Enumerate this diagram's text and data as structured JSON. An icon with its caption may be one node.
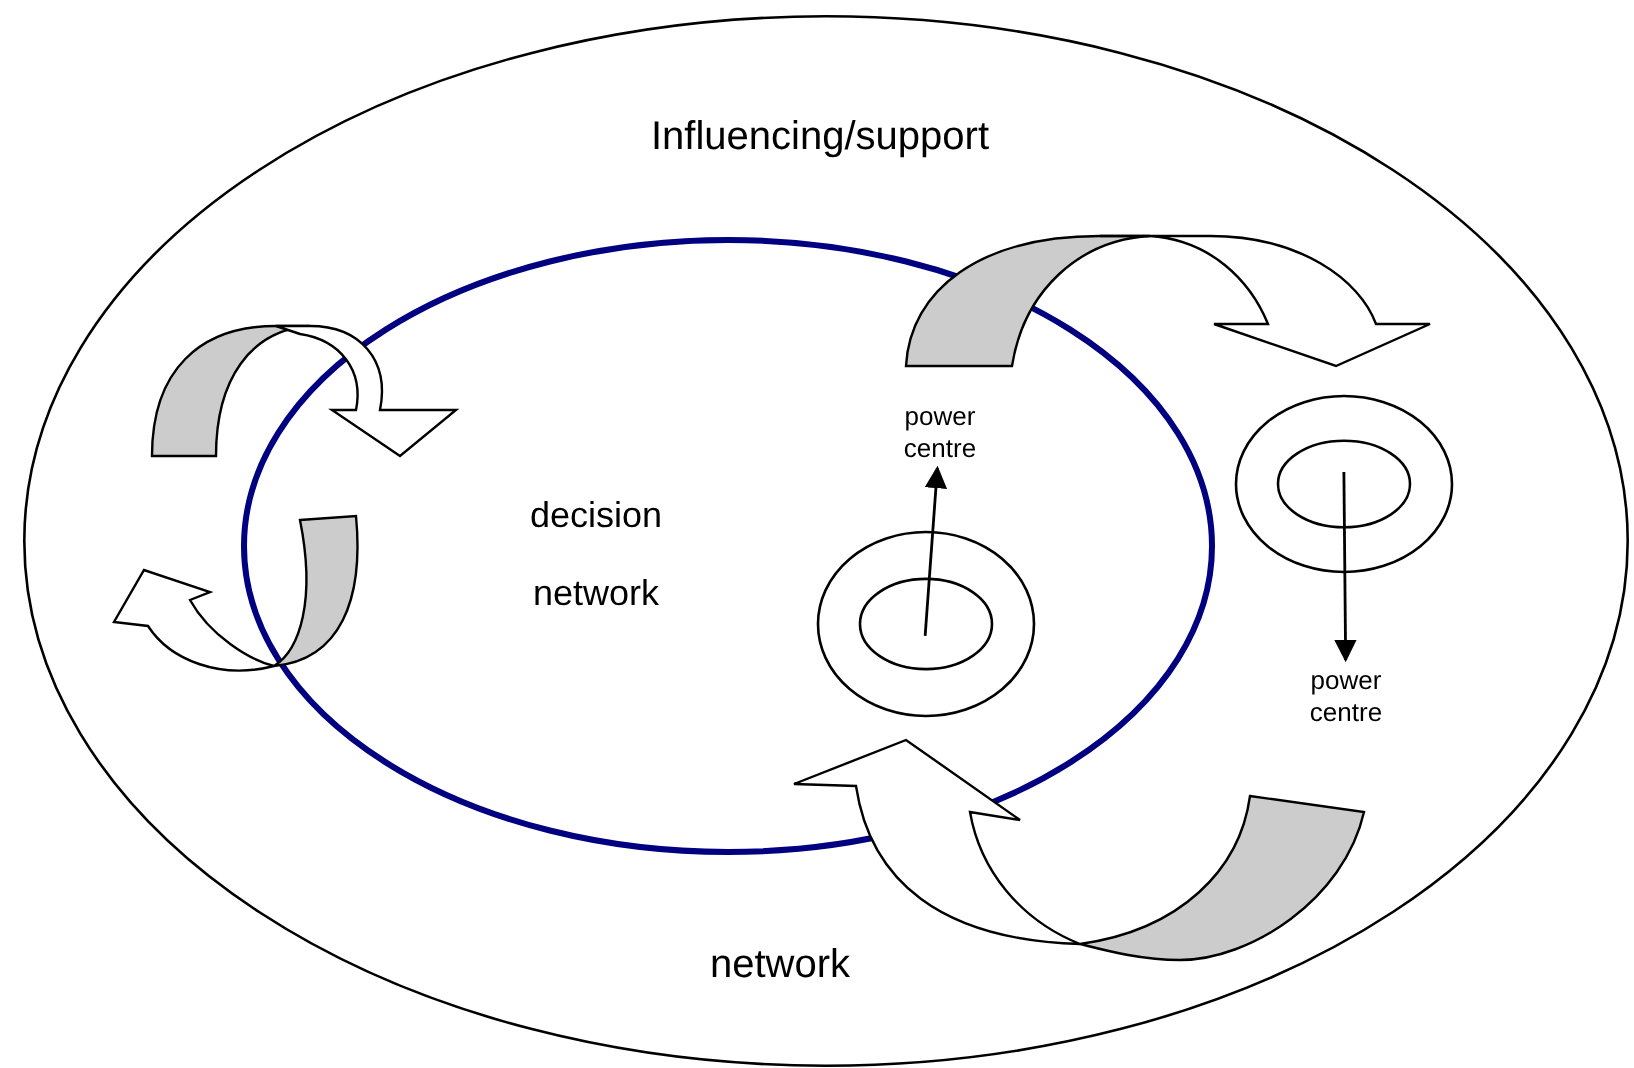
{
  "diagram": {
    "nodes": [
      {
        "text": [
          "Influencing/support",
          "network"
        ]
      },
      {
        "text": [
          "decision",
          "network"
        ],
        "in": 0
      },
      {
        "text": [
          "power centre"
        ],
        "in": 1
      },
      {
        "text": [],
        "shape": "circle",
        "in": 1
      },
      {
        "text": [],
        "shape": "circle",
        "in": 0
      },
      {
        "text": [
          "power centre"
        ],
        "in": 0
      }
    ],
    "edges": [
      {
        "from": 3,
        "to": 2,
        "arrow": "to"
      },
      {
        "from": 4,
        "to": 5,
        "arrow": "to"
      }
    ]
  }
}
